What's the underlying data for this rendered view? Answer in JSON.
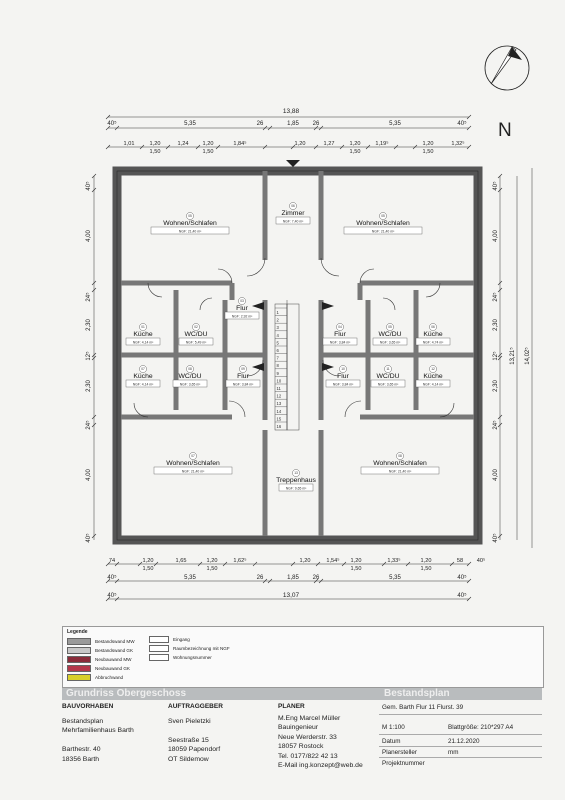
{
  "north_label": "N",
  "dims": {
    "top_total": "13,88",
    "top_row2": [
      "40⁵",
      "5,35",
      "26",
      "1,85",
      "26",
      "5,35",
      "40⁵"
    ],
    "top_row3a": [
      "1,01",
      "1,20",
      "1,24",
      "1,20",
      "1,84⁵",
      "1,20",
      "1,27",
      "1,20",
      "1,19⁵",
      "1,20",
      "1,32⁵"
    ],
    "top_row3b": [
      "1,50",
      "1,50",
      "1,50",
      "1,50"
    ],
    "bottom_row1a": [
      "74",
      "1,20",
      "1,65",
      "1,20",
      "1,62⁵",
      "1,20",
      "1,54⁵",
      "1,20",
      "1,33⁵",
      "1,20",
      "58",
      "40⁵"
    ],
    "bottom_row1b": [
      "1,50",
      "1,50",
      "1,50",
      "1,50"
    ],
    "bottom_row2": [
      "40⁵",
      "5,35",
      "26",
      "1,85",
      "26",
      "5,35",
      "40⁵"
    ],
    "bottom_total": "13,07",
    "bottom_total_side": [
      "40⁵",
      "40⁵"
    ],
    "left": [
      "40⁵",
      "4,00",
      "24⁵",
      "2,30",
      "12⁵",
      "2,30",
      "24⁵",
      "4,00",
      "40⁵"
    ],
    "right": [
      "40⁵",
      "4,00",
      "24⁵",
      "2,30",
      "12⁵",
      "2,30",
      "24⁵",
      "4,00",
      "40⁵"
    ],
    "right_outer1": "13,21⁵",
    "right_outer2": "14,02⁵"
  },
  "rooms": [
    {
      "no": "05",
      "name": "Wohnen/Schlafen",
      "ngf": "NGF: 21,40 m²"
    },
    {
      "no": "06",
      "name": "Zimmer",
      "ngf": "NGF: 7,40 m²"
    },
    {
      "no": "05",
      "name": "Wohnen/Schlafen",
      "ngf": "NGF: 21,40 m²"
    },
    {
      "no": "01",
      "name": "Küche",
      "ngf": "NGF: 4,14 m²"
    },
    {
      "no": "02",
      "name": "WC/DU",
      "ngf": "NGF: 5,49 m²"
    },
    {
      "no": "03",
      "name": "Flur",
      "ngf": "NGF: 2,92 m²"
    },
    {
      "no": "04",
      "name": "Flur",
      "ngf": "NGF: 3,84 m²"
    },
    {
      "no": "05",
      "name": "WC/DU",
      "ngf": "NGF: 3,65 m²"
    },
    {
      "no": "06",
      "name": "Küche",
      "ngf": "NGF: 4,74 m²"
    },
    {
      "no": "07",
      "name": "Küche",
      "ngf": "NGF: 4,14 m²"
    },
    {
      "no": "08",
      "name": "WC/DU",
      "ngf": "NGF: 3,65 m²"
    },
    {
      "no": "09",
      "name": "Flur",
      "ngf": "NGF: 3,84 m²"
    },
    {
      "no": "10",
      "name": "Flur",
      "ngf": "NGF: 3,84 m²"
    },
    {
      "no": "11",
      "name": "WC/DU",
      "ngf": "NGF: 3,65 m²"
    },
    {
      "no": "12",
      "name": "Küche",
      "ngf": "NGF: 4,14 m²"
    },
    {
      "no": "07",
      "name": "Wohnen/Schlafen",
      "ngf": "NGF: 21,40 m²"
    },
    {
      "no": "13",
      "name": "Treppenhaus",
      "ngf": "NGF: 9,65 m²"
    },
    {
      "no": "08",
      "name": "Wohnen/Schlafen",
      "ngf": "NGF: 21,40 m²"
    }
  ],
  "stair_numbers": [
    "1",
    "2",
    "3",
    "4",
    "5",
    "6",
    "7",
    "8",
    "9",
    "10",
    "11",
    "12",
    "13",
    "14",
    "15",
    "16"
  ],
  "legend": {
    "title": "Legende",
    "items": [
      {
        "label": "Bestandswand MW",
        "color": "#9a9a9a"
      },
      {
        "label": "Bestandswand GK",
        "color": "#c8c8c8"
      },
      {
        "label": "Neubauwand MW",
        "color": "#8a2c3a"
      },
      {
        "label": "Neubauwand GK",
        "color": "#b4384b"
      },
      {
        "label": "Abbruchwand",
        "color": "#d9cf2a"
      }
    ],
    "items_right": [
      "Eingang",
      "Raumbezeichnung mit NGF",
      "Wohnungsnummer"
    ]
  },
  "title_band": {
    "left": "Grundriss Obergeschoss",
    "right": "Bestandsplan"
  },
  "titleblock": {
    "bauvorhaben_h": "BAUVORHABEN",
    "bauvorhaben": [
      "Bestandsplan",
      "Mehrfamilienhaus Barth",
      "",
      "Barthestr. 40",
      "18356 Barth"
    ],
    "auftraggeber_h": "AUFTRAGGEBER",
    "auftraggeber": [
      "Sven Pieletzki",
      "",
      "Seestraße 15",
      "18059 Papendorf",
      "OT Sildemow"
    ],
    "planer_h": "PLANER",
    "planer": [
      "M.Eng Marcel Müller",
      "Bauingenieur",
      "Neue Werderstr. 33",
      "18057 Rostock",
      "Tel.      0177/822 42 13",
      "E-Mail ing.konzept@web.de"
    ],
    "info_top": "Gem. Barth Flur 11  Flurst. 39",
    "scale": "M 1:100",
    "blatt": "Blattgröße: 210*297 A4",
    "datum_l": "Datum",
    "datum": "21.12.2020",
    "planer_l": "Planersteller",
    "planer_v": "mm",
    "projekt_l": "Projektnummer"
  }
}
